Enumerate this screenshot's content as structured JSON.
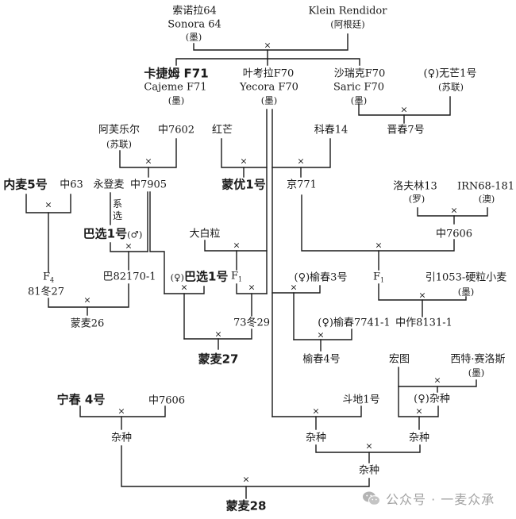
{
  "colors": {
    "ink": "#1a1a1a",
    "watermark": "#a2a2a2",
    "background": "#ffffff"
  },
  "pedigree": {
    "cross_symbol": "×",
    "selection_note": [
      "系",
      "选"
    ],
    "filial_letter": "F",
    "nodes": {
      "sonora_64": {
        "cn": "索诺拉64",
        "en": "Sonora 64",
        "origin": "(墨)"
      },
      "klein_rendidor": {
        "en": "Klein Rendidor",
        "origin": "(阿根廷)"
      },
      "cajeme_f71": {
        "cn": "卡捷姆 F71",
        "en": "Cajeme F71",
        "origin": "(墨)"
      },
      "yecora_f70": {
        "cn": "叶考拉F70",
        "en": "Yecora F70",
        "origin": "(墨)"
      },
      "saric_f70": {
        "cn": "沙瑞克F70",
        "en": "Saric F70",
        "origin": "(墨)"
      },
      "wumang_1": {
        "cn": "(♀)无芒1号",
        "origin": "(苏联)"
      },
      "jinchun_7": {
        "cn": "晋春7号"
      },
      "afuleer": {
        "cn": "阿芙乐尔",
        "origin": "(苏联)"
      },
      "zhong_7602": {
        "cn": "中7602"
      },
      "hongmang": {
        "cn": "红芒"
      },
      "kechun_14": {
        "cn": "科春14"
      },
      "neimai_5": {
        "cn": "内麦5号"
      },
      "zhong_63": {
        "cn": "中63"
      },
      "yongdengmai": {
        "cn": "永登麦"
      },
      "zhong_7905": {
        "cn": "中7905"
      },
      "mengyou_1": {
        "cn": "蒙优1号"
      },
      "jing_771": {
        "cn": "京771"
      },
      "luofulin_13": {
        "cn": "洛夫林13",
        "origin": "(罗)"
      },
      "irn68_181": {
        "en": "IRN68-181",
        "origin": "(澳)"
      },
      "zhong_7606_parent": {
        "cn": "中7606"
      },
      "baxuan_1_male": {
        "cn": "巴选1号",
        "sex": "(♂)"
      },
      "dabaili": {
        "cn": "大白粒"
      },
      "f4_generation": {
        "sub": "4"
      },
      "dong_81_27": {
        "cn": "81冬27"
      },
      "ba_82170_1": {
        "cn": "巴82170-1"
      },
      "baxuan_1_female": {
        "sex": "(♀)",
        "cn": "巴选1号"
      },
      "f1_dabaili": {
        "sub": "1"
      },
      "yuchun_3": {
        "cn": "(♀)榆春3号"
      },
      "f1_jing771": {
        "sub": "1"
      },
      "yin_1053": {
        "cn": "引1053-硬粒小麦",
        "origin": "(墨)"
      },
      "mengmai_26": {
        "cn": "蒙麦26"
      },
      "dong_73_29": {
        "cn": "73冬29"
      },
      "yuchun_7741_1": {
        "cn": "(♀)榆春7741-1"
      },
      "zhongzuo_8131_1": {
        "cn": "中作8131-1"
      },
      "mengmai_27": {
        "cn": "蒙麦27"
      },
      "yuchun_4": {
        "cn": "榆春4号"
      },
      "hongtu": {
        "cn": "宏图"
      },
      "xite_sailuosi": {
        "cn": "西特·赛洛斯",
        "origin": "(墨)"
      },
      "ningchun_4": {
        "cn": "宁春 4号"
      },
      "zhong_7606_ningchun": {
        "cn": "中7606"
      },
      "doudi_1": {
        "cn": "斗地1号"
      },
      "hybrid_female": {
        "cn": "(♀)杂种"
      },
      "hybrid_ningchun": {
        "cn": "杂种"
      },
      "hybrid_doudi": {
        "cn": "杂种"
      },
      "hybrid_hongtu": {
        "cn": "杂种"
      },
      "hybrid_combined": {
        "cn": "杂种"
      },
      "mengmai_28": {
        "cn": "蒙麦28"
      }
    }
  },
  "watermark": {
    "icon": "wechat-icon",
    "text": "公众号 · 一麦众承"
  }
}
